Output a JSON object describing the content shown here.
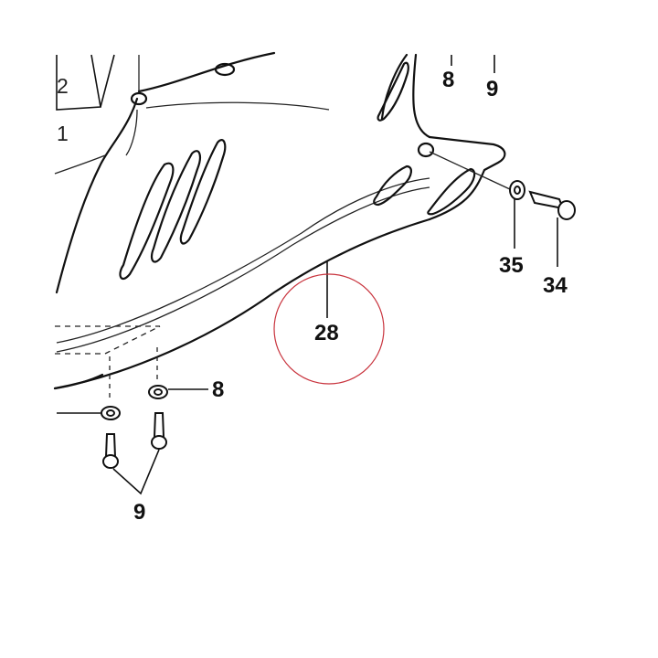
{
  "diagram": {
    "callouts": {
      "c1": "1",
      "c2": "2",
      "c8_top": "8",
      "c9_top": "9",
      "c35": "35",
      "c34": "34",
      "c28": "28",
      "c8_bottom": "8",
      "c9_bottom": "9"
    },
    "highlight": {
      "callout": "28",
      "ring_color": "#c8323c"
    }
  }
}
